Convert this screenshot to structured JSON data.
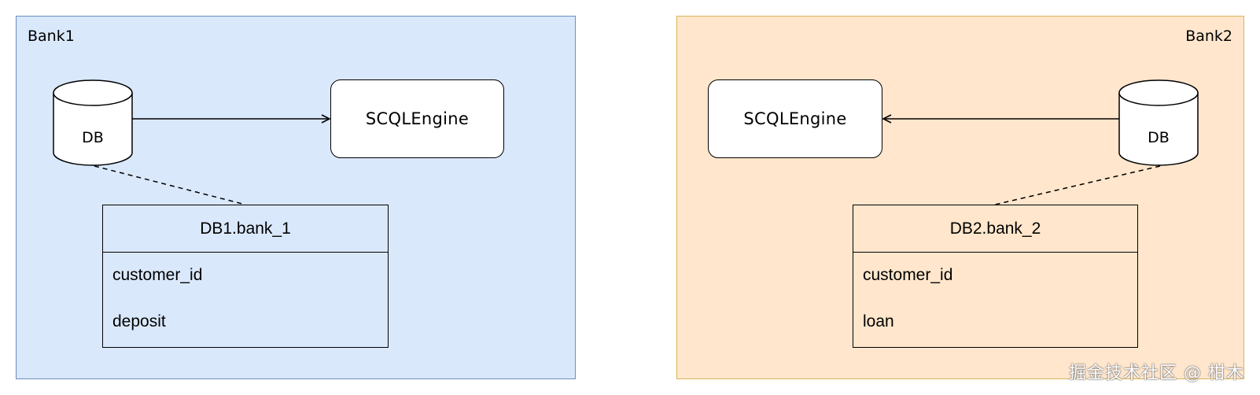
{
  "bank1": {
    "label": "Bank1",
    "db_label": "DB",
    "engine_label": "SCQLEngine",
    "table": {
      "title": "DB1.bank_1",
      "fields": [
        "customer_id",
        "deposit"
      ]
    }
  },
  "bank2": {
    "label": "Bank2",
    "db_label": "DB",
    "engine_label": "SCQLEngine",
    "table": {
      "title": "DB2.bank_2",
      "fields": [
        "customer_id",
        "loan"
      ]
    }
  },
  "colors": {
    "bank1_fill": "#dae8fc",
    "bank1_stroke": "#6c8ebf",
    "bank2_fill": "#ffe6cc",
    "bank2_stroke": "#d6b656"
  },
  "watermark": "掘金技术社区 @ 柑木"
}
